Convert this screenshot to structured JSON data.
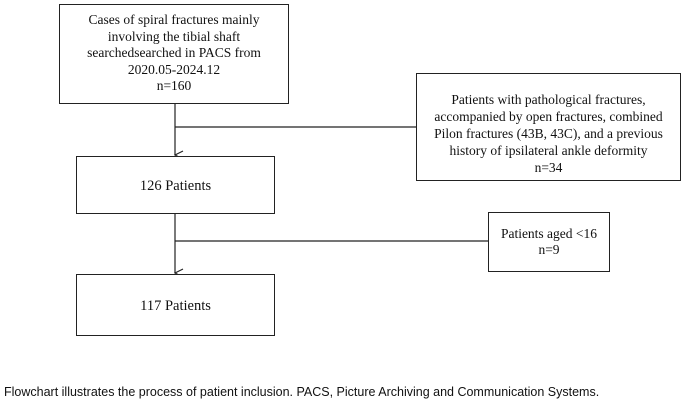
{
  "boxes": {
    "initial": {
      "lines": [
        "Cases of spiral fractures mainly",
        "involving the tibial shaft",
        "searchedsearched in PACS from",
        "2020.05-2024.12",
        "n=160"
      ]
    },
    "exclusion_1": {
      "lines": [
        "Patients with pathological fractures,",
        "accompanied by open fractures, combined",
        "Pilon fractures (43B, 43C), and a previous",
        "history of ipsilateral ankle deformity",
        "n=34"
      ]
    },
    "step_2": {
      "label": "126 Patients"
    },
    "exclusion_2": {
      "lines": [
        "Patients aged <16",
        "n=9"
      ]
    },
    "final": {
      "label": "117 Patients"
    }
  },
  "caption": "Flowchart illustrates the process of patient inclusion. PACS, Picture Archiving and Communication Systems."
}
